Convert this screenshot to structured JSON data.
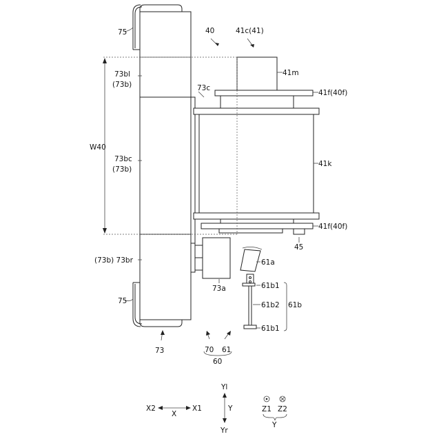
{
  "figure": {
    "labels": {
      "l75_top": "75",
      "l40": "40",
      "l41c": "41c(41)",
      "l41m": "41m",
      "l73bl_a": "73bl",
      "l73bl_b": "(73b)",
      "l73c": "73c",
      "l41f_top": "41f(40f)",
      "lW40": "W40",
      "l73bc_a": "73bc",
      "l73bc_b": "(73b)",
      "l41k": "41k",
      "l41f_bot": "41f(40f)",
      "l45": "45",
      "l73br": "(73b) 73br",
      "l61a": "61a",
      "l73a": "73a",
      "l61b1_top": "61b1",
      "l61b2": "61b2",
      "l61b": "61b",
      "l61b1_bot": "61b1",
      "l75_bot": "75",
      "l73": "73",
      "l70": "70",
      "l61": "61",
      "l60": "60"
    },
    "axes": {
      "yl": "Yl",
      "y": "Y",
      "yr": "Yr",
      "x2": "X2",
      "x": "X",
      "x1": "X1",
      "z1": "Z1",
      "z2": "Z2",
      "y_group": "Y"
    }
  }
}
